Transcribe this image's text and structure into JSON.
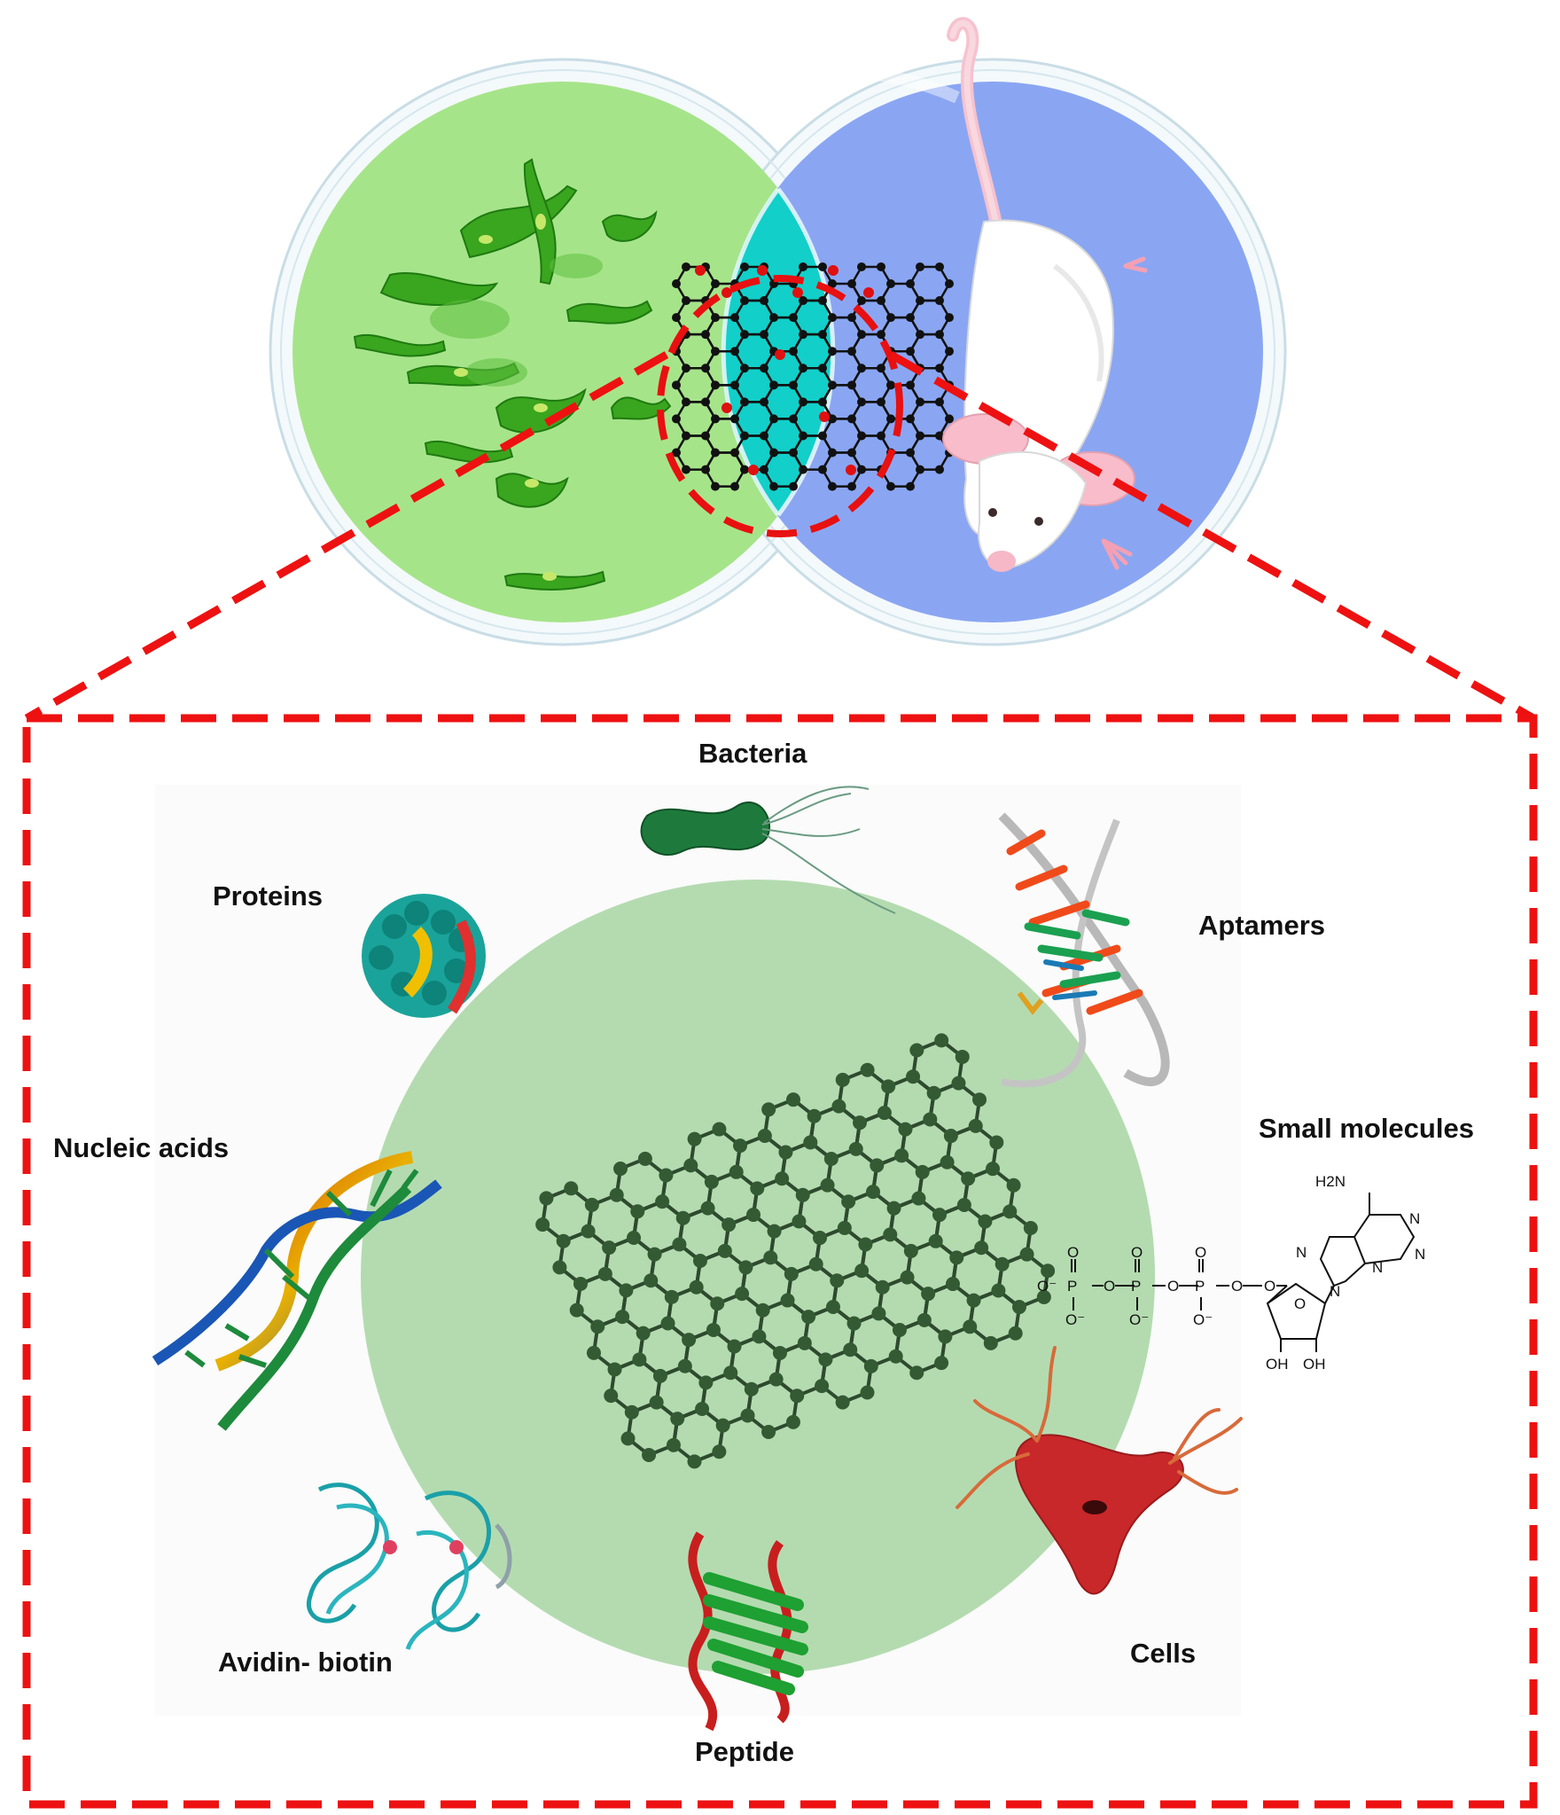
{
  "labels": {
    "bacteria": "Bacteria",
    "proteins": "Proteins",
    "aptamers": "Aptamers",
    "nucleic_acids": "Nucleic acids",
    "small_molecules": "Small molecules",
    "avidin_biotin": "Avidin- biotin",
    "cells": "Cells",
    "peptide": "Peptide"
  },
  "chemistry": {
    "amine": "H2N",
    "n": "N",
    "oxygen": "O",
    "o_minus": "O⁻",
    "phosphorus": "P",
    "oh": "OH"
  },
  "colors": {
    "in_vitro_dish": "#a6e48a",
    "in_vivo_dish": "#8aa6f2",
    "overlap": "#12cfc9",
    "target_circle": "#b4dbb0",
    "dashed_outline": "#ee1111",
    "graphene_bond": "#2e4a2e",
    "graphene_atom": "#345a34"
  },
  "icons": [
    "fibroblast-cells-icon",
    "graphene-oxide-icon",
    "mouse-icon",
    "bacterium-icon",
    "protein-icon",
    "aptamer-icon",
    "dna-helix-icon",
    "atp-molecule-icon",
    "avidin-biotin-icon",
    "cell-icon",
    "peptide-icon",
    "graphene-sheet-icon"
  ]
}
